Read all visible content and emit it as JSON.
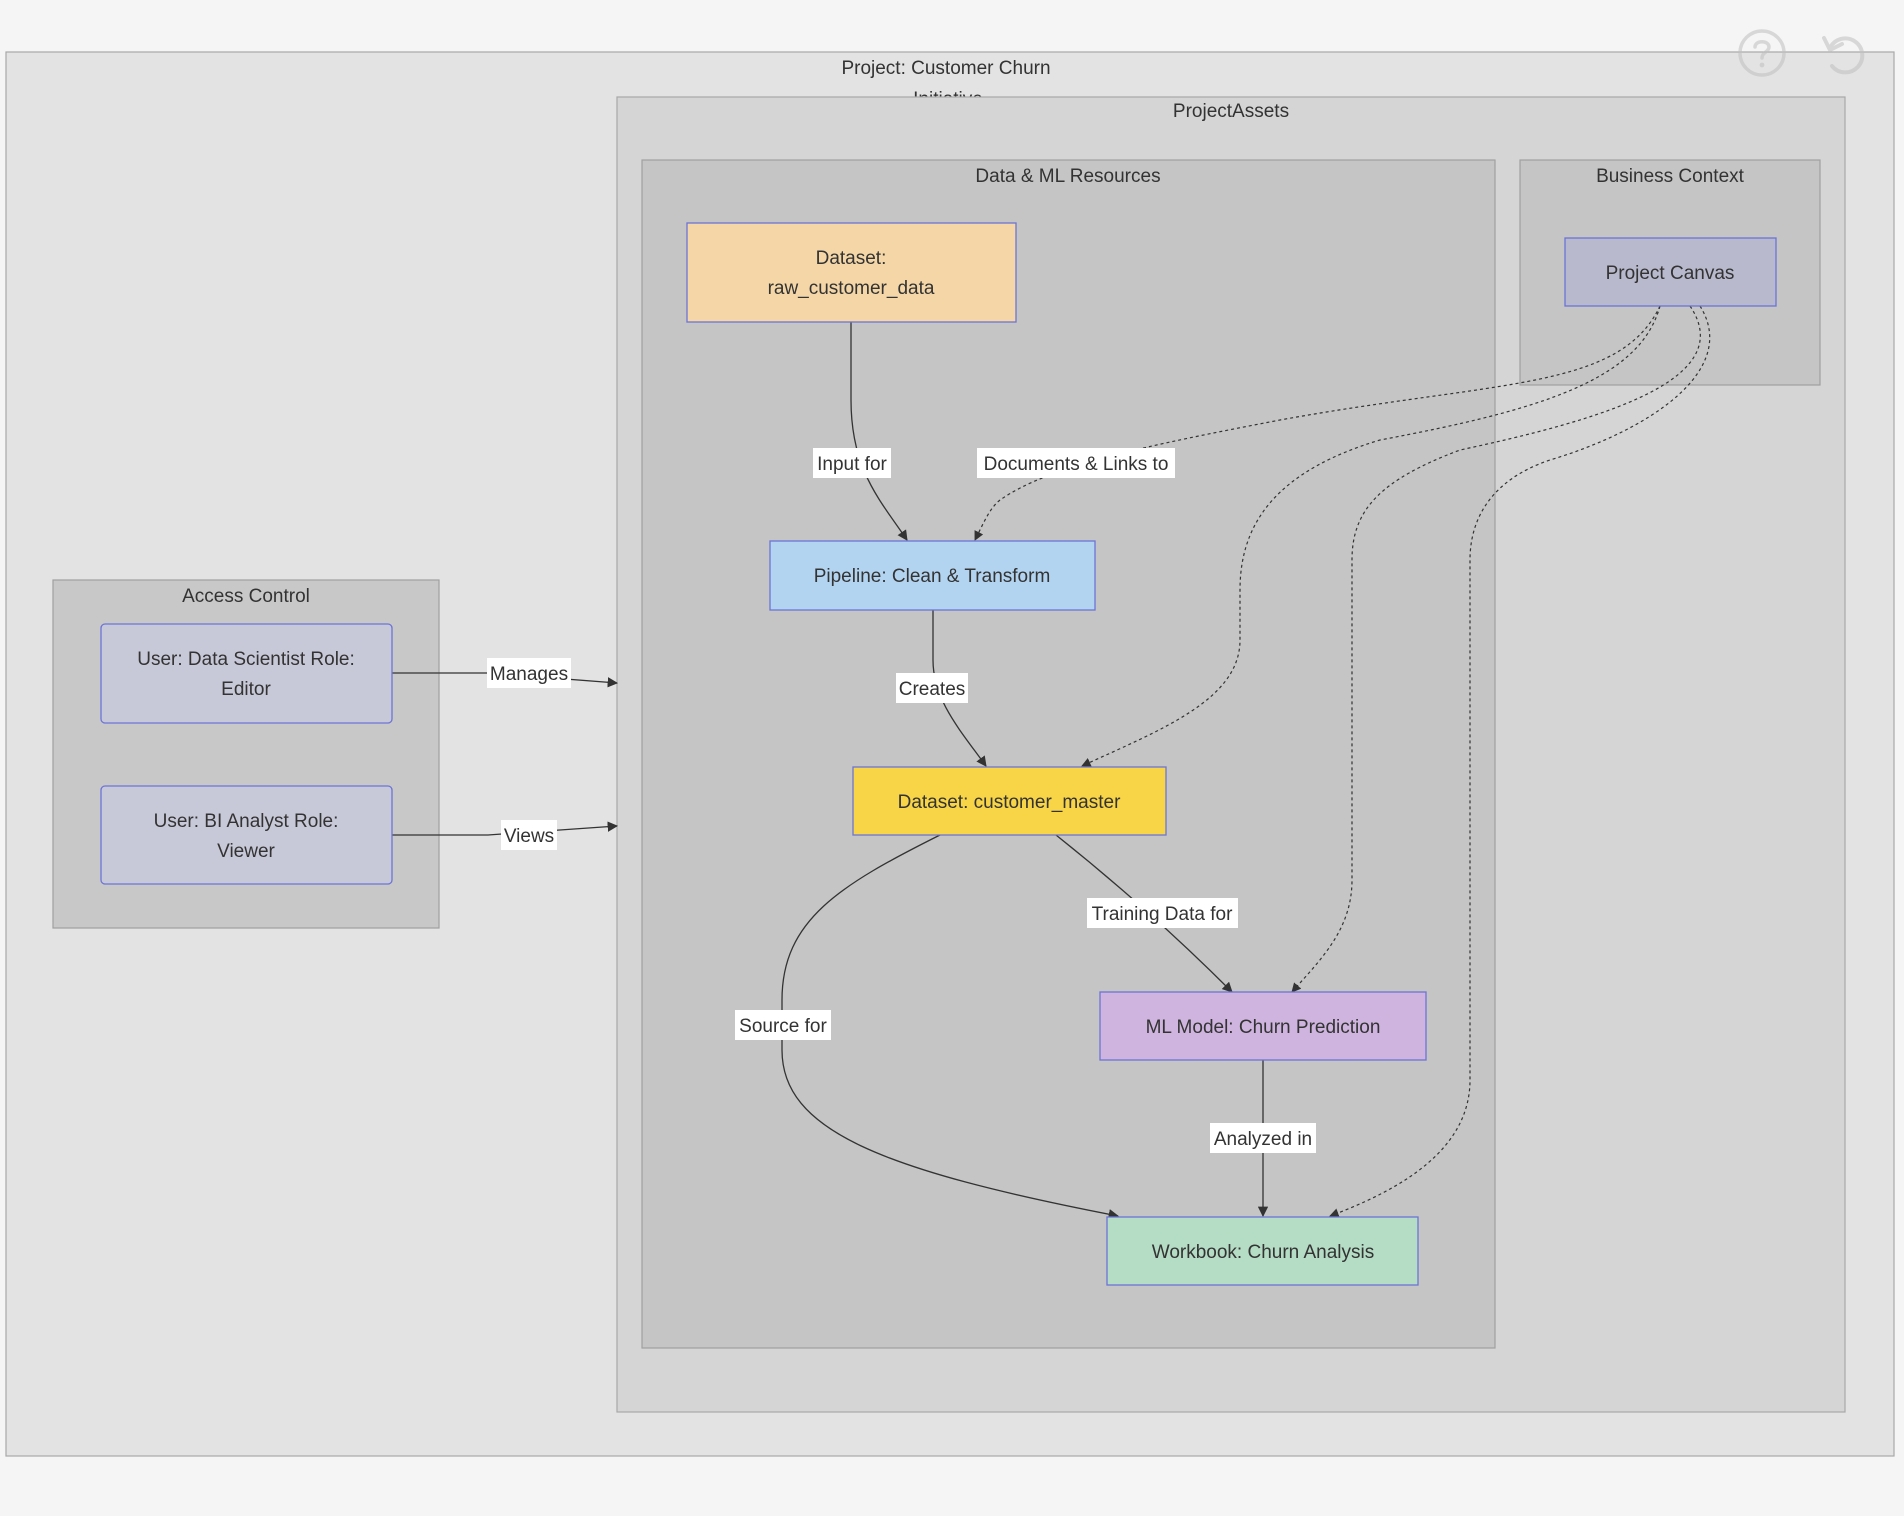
{
  "diagram": {
    "clusters": {
      "project": {
        "title_line1": "Project: Customer Churn",
        "title_line2": "Initiative"
      },
      "project_assets": {
        "title": "ProjectAssets"
      },
      "data_ml": {
        "title": "Data & ML Resources"
      },
      "business": {
        "title": "Business Context"
      },
      "access": {
        "title": "Access Control"
      }
    },
    "nodes": {
      "raw_dataset": {
        "line1": "Dataset:",
        "line2": "raw_customer_data",
        "fill": "#f5d7a7"
      },
      "pipeline": {
        "label": "Pipeline: Clean & Transform",
        "fill": "#b3d4f0"
      },
      "customer_master": {
        "label": "Dataset: customer_master",
        "fill": "#f8d547"
      },
      "ml_model": {
        "label": "ML Model: Churn Prediction",
        "fill": "#ceb4de"
      },
      "workbook": {
        "label": "Workbook: Churn Analysis",
        "fill": "#b5dcc4"
      },
      "project_canvas": {
        "label": "Project Canvas",
        "fill": "#b8b9cd"
      },
      "data_scientist": {
        "line1": "User: Data Scientist Role:",
        "line2": "Editor",
        "fill": "#c8c9d8"
      },
      "bi_analyst": {
        "line1": "User: BI Analyst Role:",
        "line2": "Viewer",
        "fill": "#c8c9d8"
      }
    },
    "edges": {
      "input_for": "Input for",
      "documents_links": "Documents & Links to",
      "creates": "Creates",
      "training_data": "Training Data for",
      "source_for": "Source for",
      "analyzed_in": "Analyzed in",
      "manages": "Manages",
      "views": "Views"
    },
    "icons": {
      "help": "help-circle-icon",
      "reset": "reset-rotate-icon"
    }
  }
}
